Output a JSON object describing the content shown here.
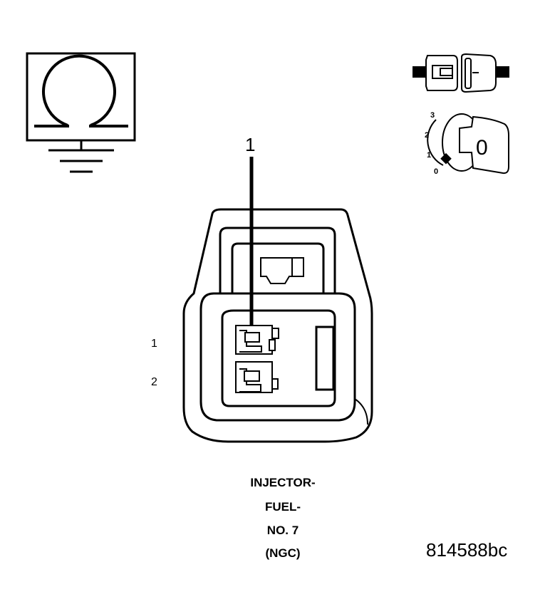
{
  "symbols": {
    "ohmmeter": "ohmmeter-ground-icon",
    "connector_disconnect": "connector-disconnected-icon",
    "ignition_off": "ignition-key-off-icon"
  },
  "ignition_switch": {
    "positions": [
      "3",
      "2",
      "1",
      "0"
    ],
    "key_label": "0"
  },
  "callout": {
    "number": "1"
  },
  "connector": {
    "pins": [
      {
        "label": "1"
      },
      {
        "label": "2"
      }
    ]
  },
  "caption": {
    "lines": [
      "INJECTOR-",
      "FUEL-",
      "NO. 7",
      "(NGC)"
    ]
  },
  "figure_id": "814588bc"
}
